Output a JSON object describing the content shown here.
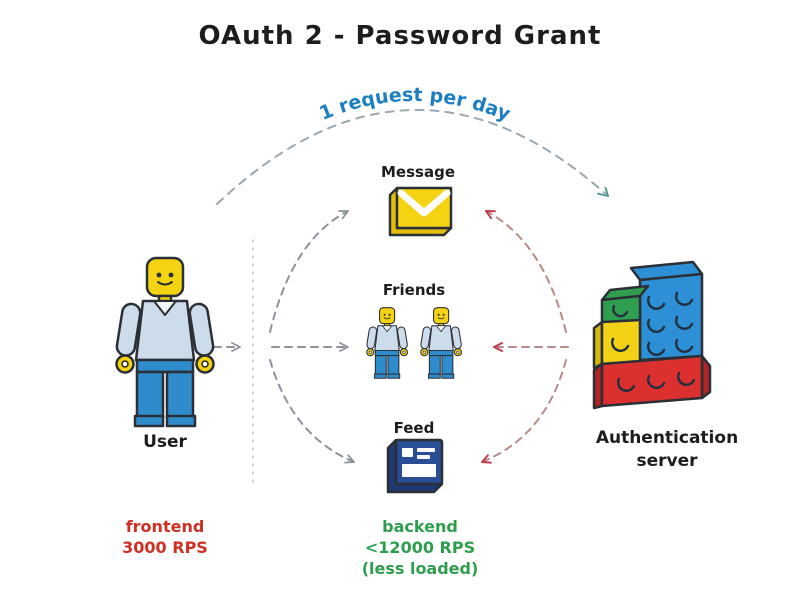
{
  "title": "OAuth 2 - Password Grant",
  "flow": {
    "top_arc_label": "1 request per day"
  },
  "nodes": {
    "user": {
      "label": "User"
    },
    "message": {
      "label": "Message"
    },
    "friends": {
      "label": "Friends"
    },
    "feed": {
      "label": "Feed"
    },
    "auth_server": {
      "label": "Authentication server",
      "label_line1": "Authentication",
      "label_line2": "server"
    }
  },
  "metrics": {
    "frontend": {
      "line1": "frontend",
      "line2": "3000 RPS"
    },
    "backend": {
      "line1": "backend",
      "line2": "<12000 RPS",
      "line3": "(less loaded)"
    }
  },
  "colors": {
    "title_text": "#1d1d1d",
    "flow_label_blue": "#1c7fc2",
    "frontend_red": "#d02f23",
    "backend_green": "#2e9e4e",
    "gray_arrow": "#8d939b",
    "red_arrow_head": "#c0394b",
    "teal_arrow_head": "#4c9d8f",
    "lego_yellow": "#f4d313",
    "lego_blue": "#2d8fd5",
    "lego_green": "#2f9e4f",
    "lego_red": "#dc3030",
    "shirt_blue": "#ccdcea",
    "pants_blue": "#2f8ccc",
    "feed_navy": "#2a4e94"
  }
}
